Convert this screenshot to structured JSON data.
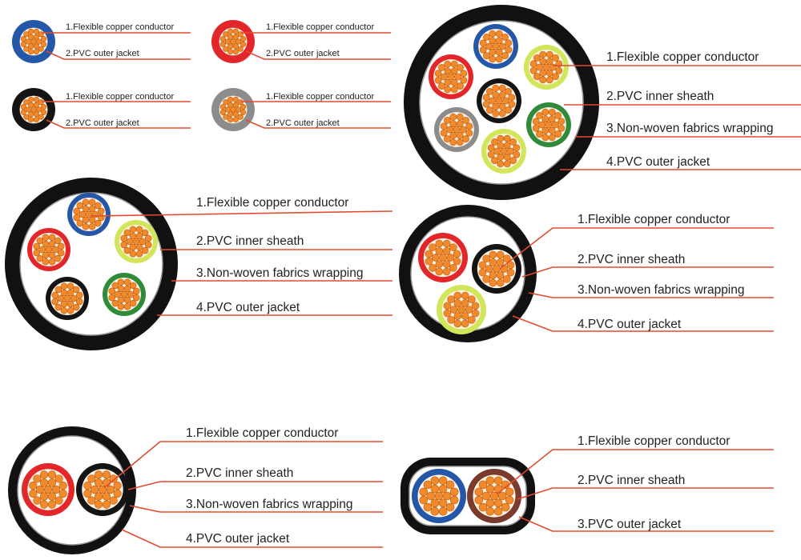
{
  "colors": {
    "leader_line": "#e24a2e",
    "copper_strand": "#f28a2c",
    "copper_strand_edge": "#b85d12",
    "jacket_black": "#111111",
    "filler_white": "#ffffff",
    "filler_edge": "#9a9a9a",
    "blue": "#2457a8",
    "red": "#e3262a",
    "black": "#141414",
    "grey": "#8c8c8c",
    "yellow_green": "#d3e55a",
    "green": "#2f8a3a",
    "brown": "#7a3b2e"
  },
  "cables": [
    {
      "id": "single-blue",
      "cores": [
        "blue"
      ],
      "labels": [
        "1.Flexible copper conductor",
        "2.PVC outer jacket"
      ]
    },
    {
      "id": "single-red",
      "cores": [
        "red"
      ],
      "labels": [
        "1.Flexible copper conductor",
        "2.PVC outer jacket"
      ]
    },
    {
      "id": "single-black",
      "cores": [
        "black"
      ],
      "labels": [
        "1.Flexible copper conductor",
        "2.PVC outer jacket"
      ]
    },
    {
      "id": "single-grey",
      "cores": [
        "grey"
      ],
      "labels": [
        "1.Flexible copper conductor",
        "2.PVC outer jacket"
      ]
    },
    {
      "id": "five-core",
      "cores": [
        "blue",
        "yellow_green",
        "red",
        "black",
        "green",
        "grey",
        "yellow_green"
      ],
      "labels": [
        "1.Flexible copper conductor",
        "2.PVC inner sheath",
        "3.Non-woven fabrics wrapping",
        "4.PVC outer jacket"
      ]
    },
    {
      "id": "four-core",
      "cores": [
        "blue",
        "yellow_green",
        "red",
        "black",
        "green"
      ],
      "labels": [
        "1.Flexible copper conductor",
        "2.PVC inner sheath",
        "3.Non-woven fabrics wrapping",
        "4.PVC outer jacket"
      ]
    },
    {
      "id": "three-core",
      "cores": [
        "red",
        "black",
        "yellow_green"
      ],
      "labels": [
        "1.Flexible copper conductor",
        "2.PVC inner sheath",
        "3.Non-woven fabrics wrapping",
        "4.PVC outer jacket"
      ]
    },
    {
      "id": "two-core-round",
      "cores": [
        "red",
        "black"
      ],
      "labels": [
        "1.Flexible copper conductor",
        "2.PVC inner sheath",
        "3.Non-woven fabrics wrapping",
        "4.PVC outer jacket"
      ]
    },
    {
      "id": "two-core-flat",
      "cores": [
        "blue",
        "brown"
      ],
      "labels": [
        "1.Flexible copper conductor",
        "2.PVC inner sheath",
        "3.PVC outer jacket"
      ]
    }
  ]
}
